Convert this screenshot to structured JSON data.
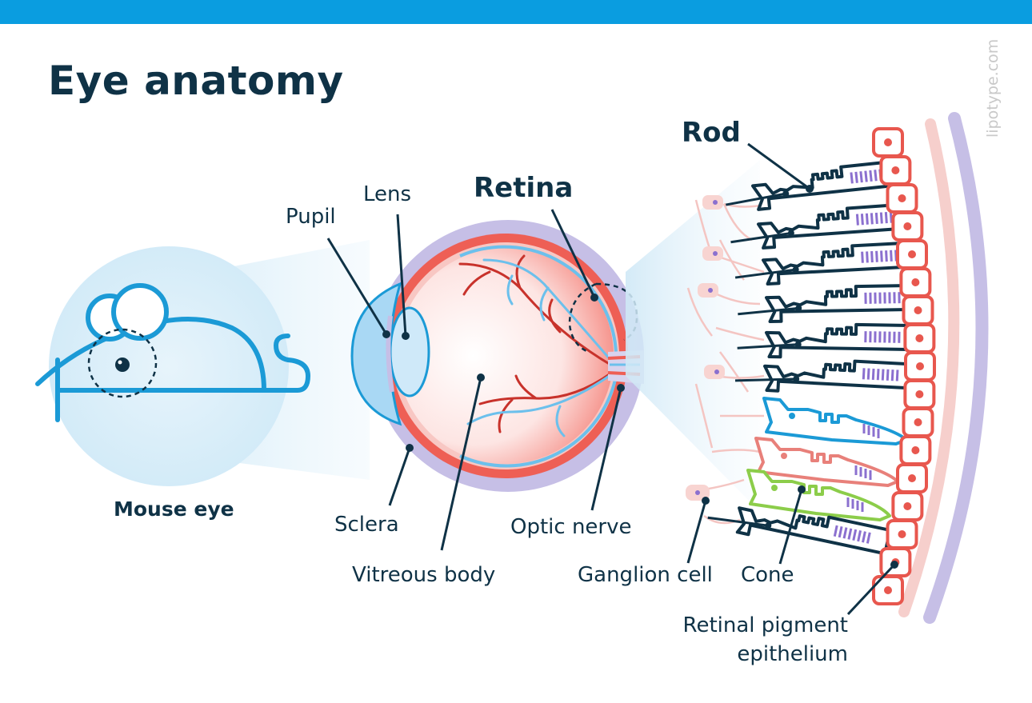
{
  "header": {
    "title": "Eye anatomy",
    "watermark": "lipotype.com"
  },
  "labels": {
    "mouse_eye": "Mouse eye",
    "pupil": "Pupil",
    "lens": "Lens",
    "retina": "Retina",
    "sclera": "Sclera",
    "vitreous_body": "Vitreous body",
    "optic_nerve": "Optic nerve",
    "rod": "Rod",
    "ganglion_cell": "Ganglion cell",
    "cone": "Cone",
    "rpe_line1": "Retinal pigment",
    "rpe_line2": "epithelium"
  },
  "colors": {
    "top_bar": "#0a9de0",
    "text": "#0f3246",
    "outline_blue": "#1b9ad6",
    "retina_red": "#e8574e",
    "sclera_purple": "#c6bfe6",
    "cone_green": "#8ccd4a",
    "cone_pink": "#e8807a",
    "cone_blue": "#1b9ad6",
    "rod_dark": "#0f3246"
  },
  "icons": [
    "mouse-icon",
    "eyeball-icon",
    "photoreceptor-layer-icon"
  ]
}
